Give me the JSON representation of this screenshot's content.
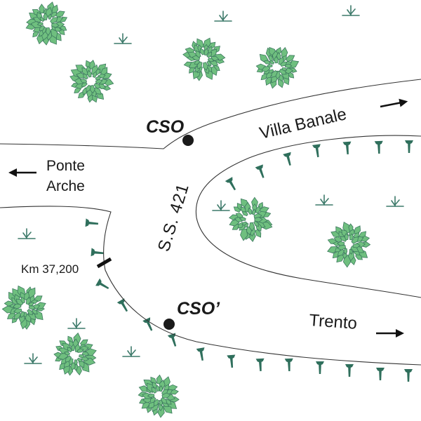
{
  "map": {
    "road_name": "S.S. 421",
    "sites": [
      {
        "id": "cso",
        "label": "CSO"
      },
      {
        "id": "cso-prime",
        "label": "CSO’"
      }
    ],
    "destinations": [
      {
        "id": "villa-banale",
        "label": "Villa Banale",
        "direction": "right"
      },
      {
        "id": "ponte-arche",
        "lines": [
          "Ponte",
          "Arche"
        ],
        "direction": "left"
      },
      {
        "id": "trento",
        "label": "Trento",
        "direction": "right"
      }
    ],
    "milestone": {
      "label": "Km 37,200"
    },
    "colors": {
      "tree_fill": "#6fbf7f",
      "tree_stroke": "#3d7a5f",
      "grass": "#3d7a6a",
      "tack": "#2f6f5c",
      "road": "#333333",
      "site_dot": "#1a1a1a"
    },
    "legend_symbols": [
      "tree",
      "grass",
      "embankment-tack"
    ]
  }
}
